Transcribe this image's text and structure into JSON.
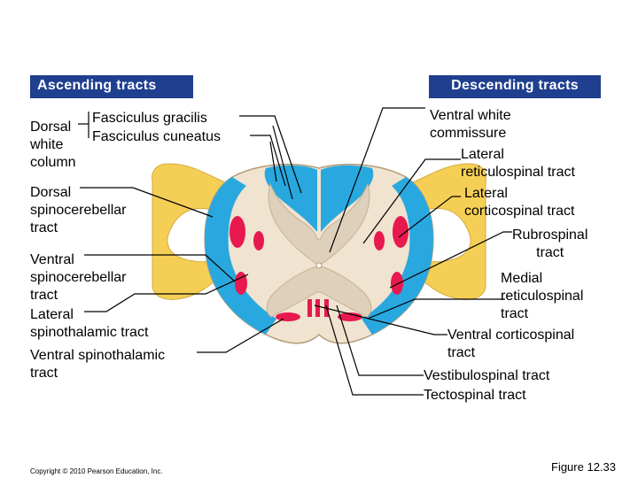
{
  "headers": {
    "ascending": "Ascending tracts",
    "descending": "Descending tracts"
  },
  "left_labels": {
    "fasciculus_gracilis": "Fasciculus gracilis",
    "fasciculus_cuneatus": "Fasciculus cuneatus",
    "dorsal_white_column": "Dorsal\nwhite\ncolumn",
    "dorsal_spinocerebellar": "Dorsal\nspinocerebellar\ntract",
    "ventral_spinocerebellar": "Ventral\nspinocerebellar\ntract",
    "lateral_spinothalamic": "Lateral\nspinothalamic tract",
    "ventral_spinothalamic": "Ventral spinothalamic\ntract"
  },
  "right_labels": {
    "ventral_white_commissure": "Ventral white\ncommissure",
    "lateral_reticulospinal": "Lateral\nreticulospinal tract",
    "lateral_corticospinal": "Lateral\ncorticospinal tract",
    "rubrospinal": "Rubrospinal\ntract",
    "medial_reticulospinal": "Medial\nreticulospinal\ntract",
    "ventral_corticospinal": "Ventral corticospinal\ntract",
    "vestibulospinal": "Vestibulospinal tract",
    "tectospinal": "Tectospinal tract"
  },
  "footer": {
    "copyright": "Copyright © 2010 Pearson Education, Inc.",
    "figure": "Figure 12.33"
  },
  "colors": {
    "header_bg": "#1f3f8f",
    "white_matter": "#f0e3cf",
    "gray_matter": "#ded0bb",
    "ascending_tract": "#29a8e0",
    "descending_tract": "#e8194f",
    "nerve_root": "#f5cf55"
  }
}
